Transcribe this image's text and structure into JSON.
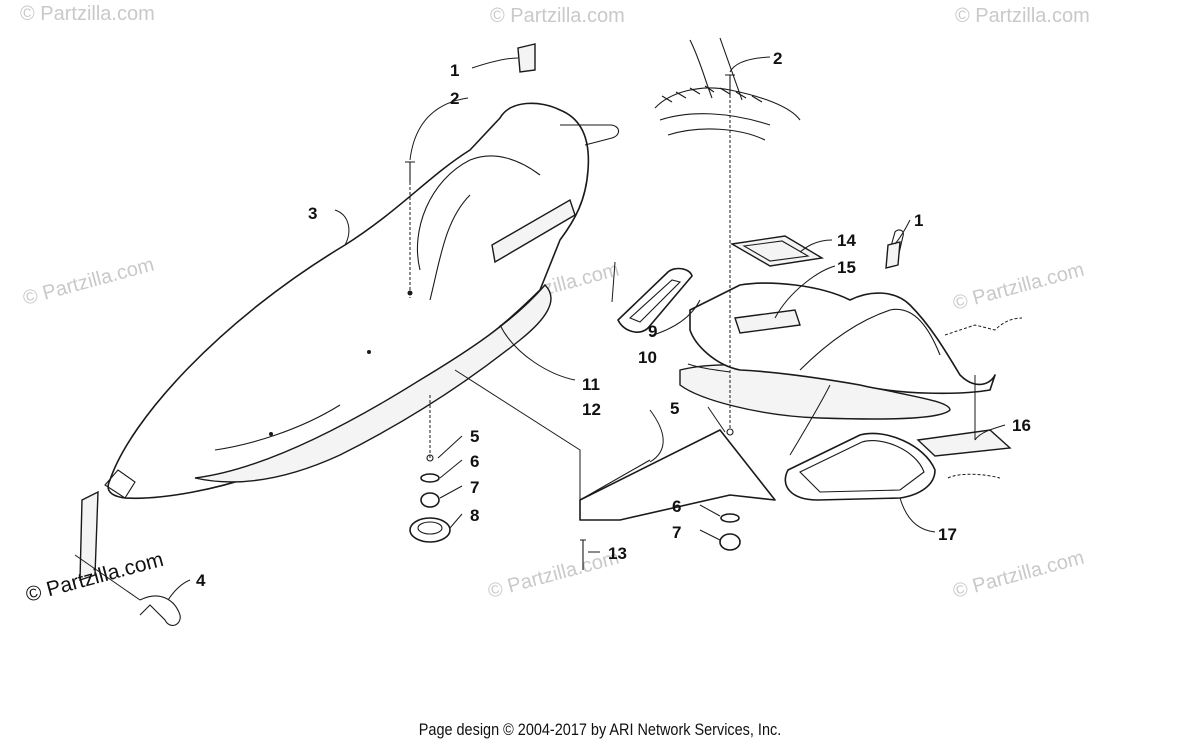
{
  "watermark": "© Partzilla.com",
  "watermark_dark": "© Partzilla.com",
  "footer": "Page design © 2004-2017 by ARI Network Services, Inc.",
  "callouts": [
    "1",
    "2",
    "1",
    "2",
    "3",
    "4",
    "5",
    "6",
    "7",
    "8",
    "9",
    "10",
    "11",
    "12",
    "13",
    "5",
    "6",
    "7",
    "14",
    "15",
    "16",
    "17"
  ]
}
